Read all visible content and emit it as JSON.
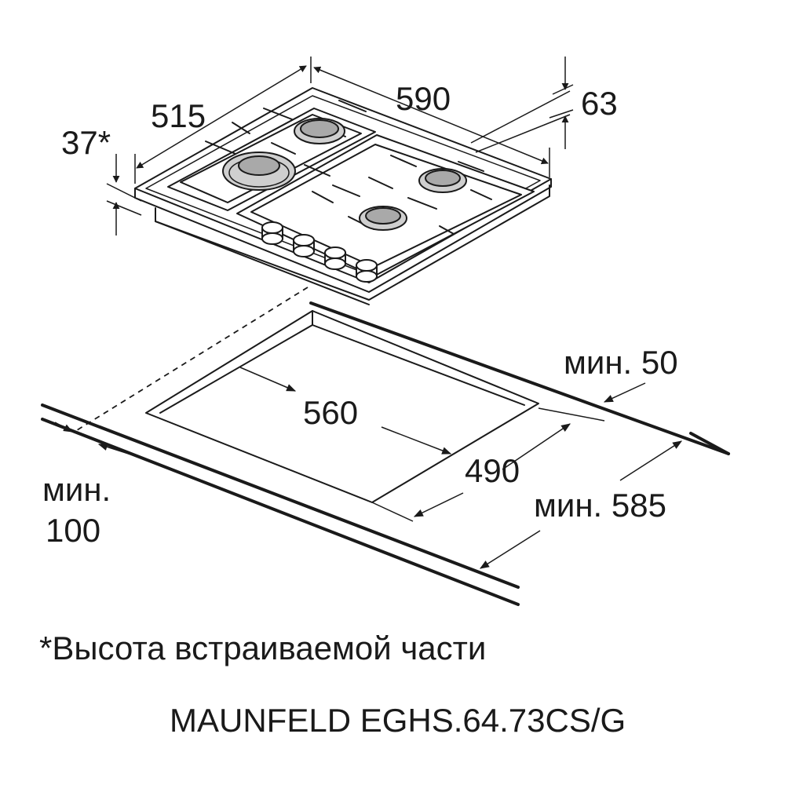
{
  "colors": {
    "line": "#1a1a1a",
    "burner_fill": "#cfcfcf",
    "background": "#ffffff"
  },
  "dimensions": {
    "width": "590",
    "depth": "515",
    "total_height": "63",
    "built_in_height": "37*",
    "cutout_width": "560",
    "cutout_depth": "490",
    "min_back": "мин. 50",
    "min_front_line1": "мин.",
    "min_front_line2": "100",
    "min_counter_depth": "мин. 585"
  },
  "footnote": "*Высота встраиваемой части",
  "model": "MAUNFELD EGHS.64.73CS/G"
}
